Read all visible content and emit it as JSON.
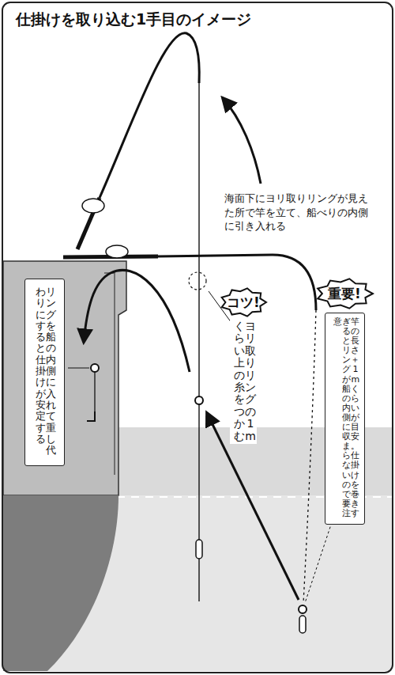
{
  "diagram": {
    "title": "仕掛けを取り込む1手目のイメージ",
    "nodes": [
      {
        "text": [
          "コツ!",
          "ヨリ取りリングの1mくらい上の糸をつかむ"
        ]
      },
      {
        "text": [
          "重要!",
          "竿の長さ＋1mくらいが目安。仕掛けを巻きすぎるとリングが船の内側に収まらないので要注意"
        ]
      },
      {
        "text": [
          "リングを船の内側に入れて重し代わりにすると仕掛けが安定する"
        ]
      }
    ],
    "labels": [
      "海面下にヨリ取りリングが見えた所で竿を立て、船べりの内側に引き入れる"
    ]
  }
}
